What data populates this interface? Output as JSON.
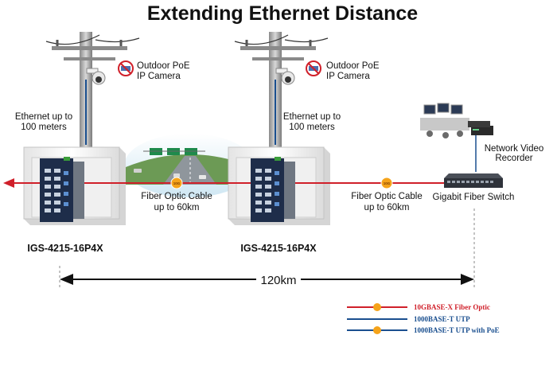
{
  "title": "Extending Ethernet Distance",
  "camera_label": [
    "Outdoor PoE",
    "IP Camera"
  ],
  "ethernet_label": [
    "Ethernet up to",
    "100 meters"
  ],
  "fiber_label": [
    "Fiber Optic Cable",
    "up to 60km"
  ],
  "switch_model": "IGS-4215-16P4X",
  "nvr_label": [
    "Network Video",
    "Recorder"
  ],
  "gigabit_switch_label": "Gigabit Fiber Switch",
  "distance_label": "120km",
  "badge_text": "10G",
  "legend": [
    {
      "label": "10GBASE-X Fiber Optic",
      "color": "#d0202a",
      "marker": true
    },
    {
      "label": "1000BASE-T UTP",
      "color": "#1a4f8f",
      "marker": false
    },
    {
      "label": "1000BASE-T UTP with PoE",
      "color": "#1a4f8f",
      "marker": true
    }
  ],
  "colors": {
    "fiber": "#d0202a",
    "utp": "#1a4f8f",
    "badge": "#f5a31a",
    "switch_body": "#1e2d4a"
  }
}
